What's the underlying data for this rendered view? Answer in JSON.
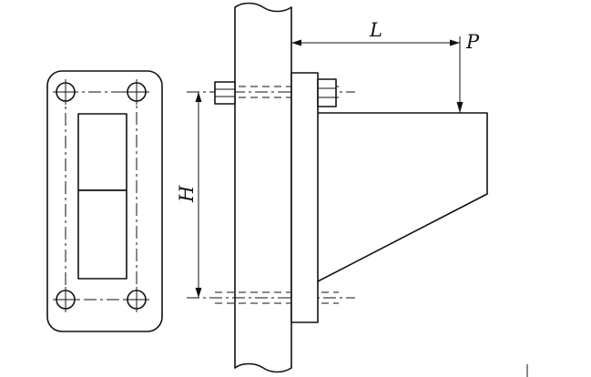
{
  "labels": {
    "length": "L",
    "load": "P",
    "height": "H"
  },
  "colors": {
    "ink": "#111111",
    "paper": "#ffffff"
  }
}
